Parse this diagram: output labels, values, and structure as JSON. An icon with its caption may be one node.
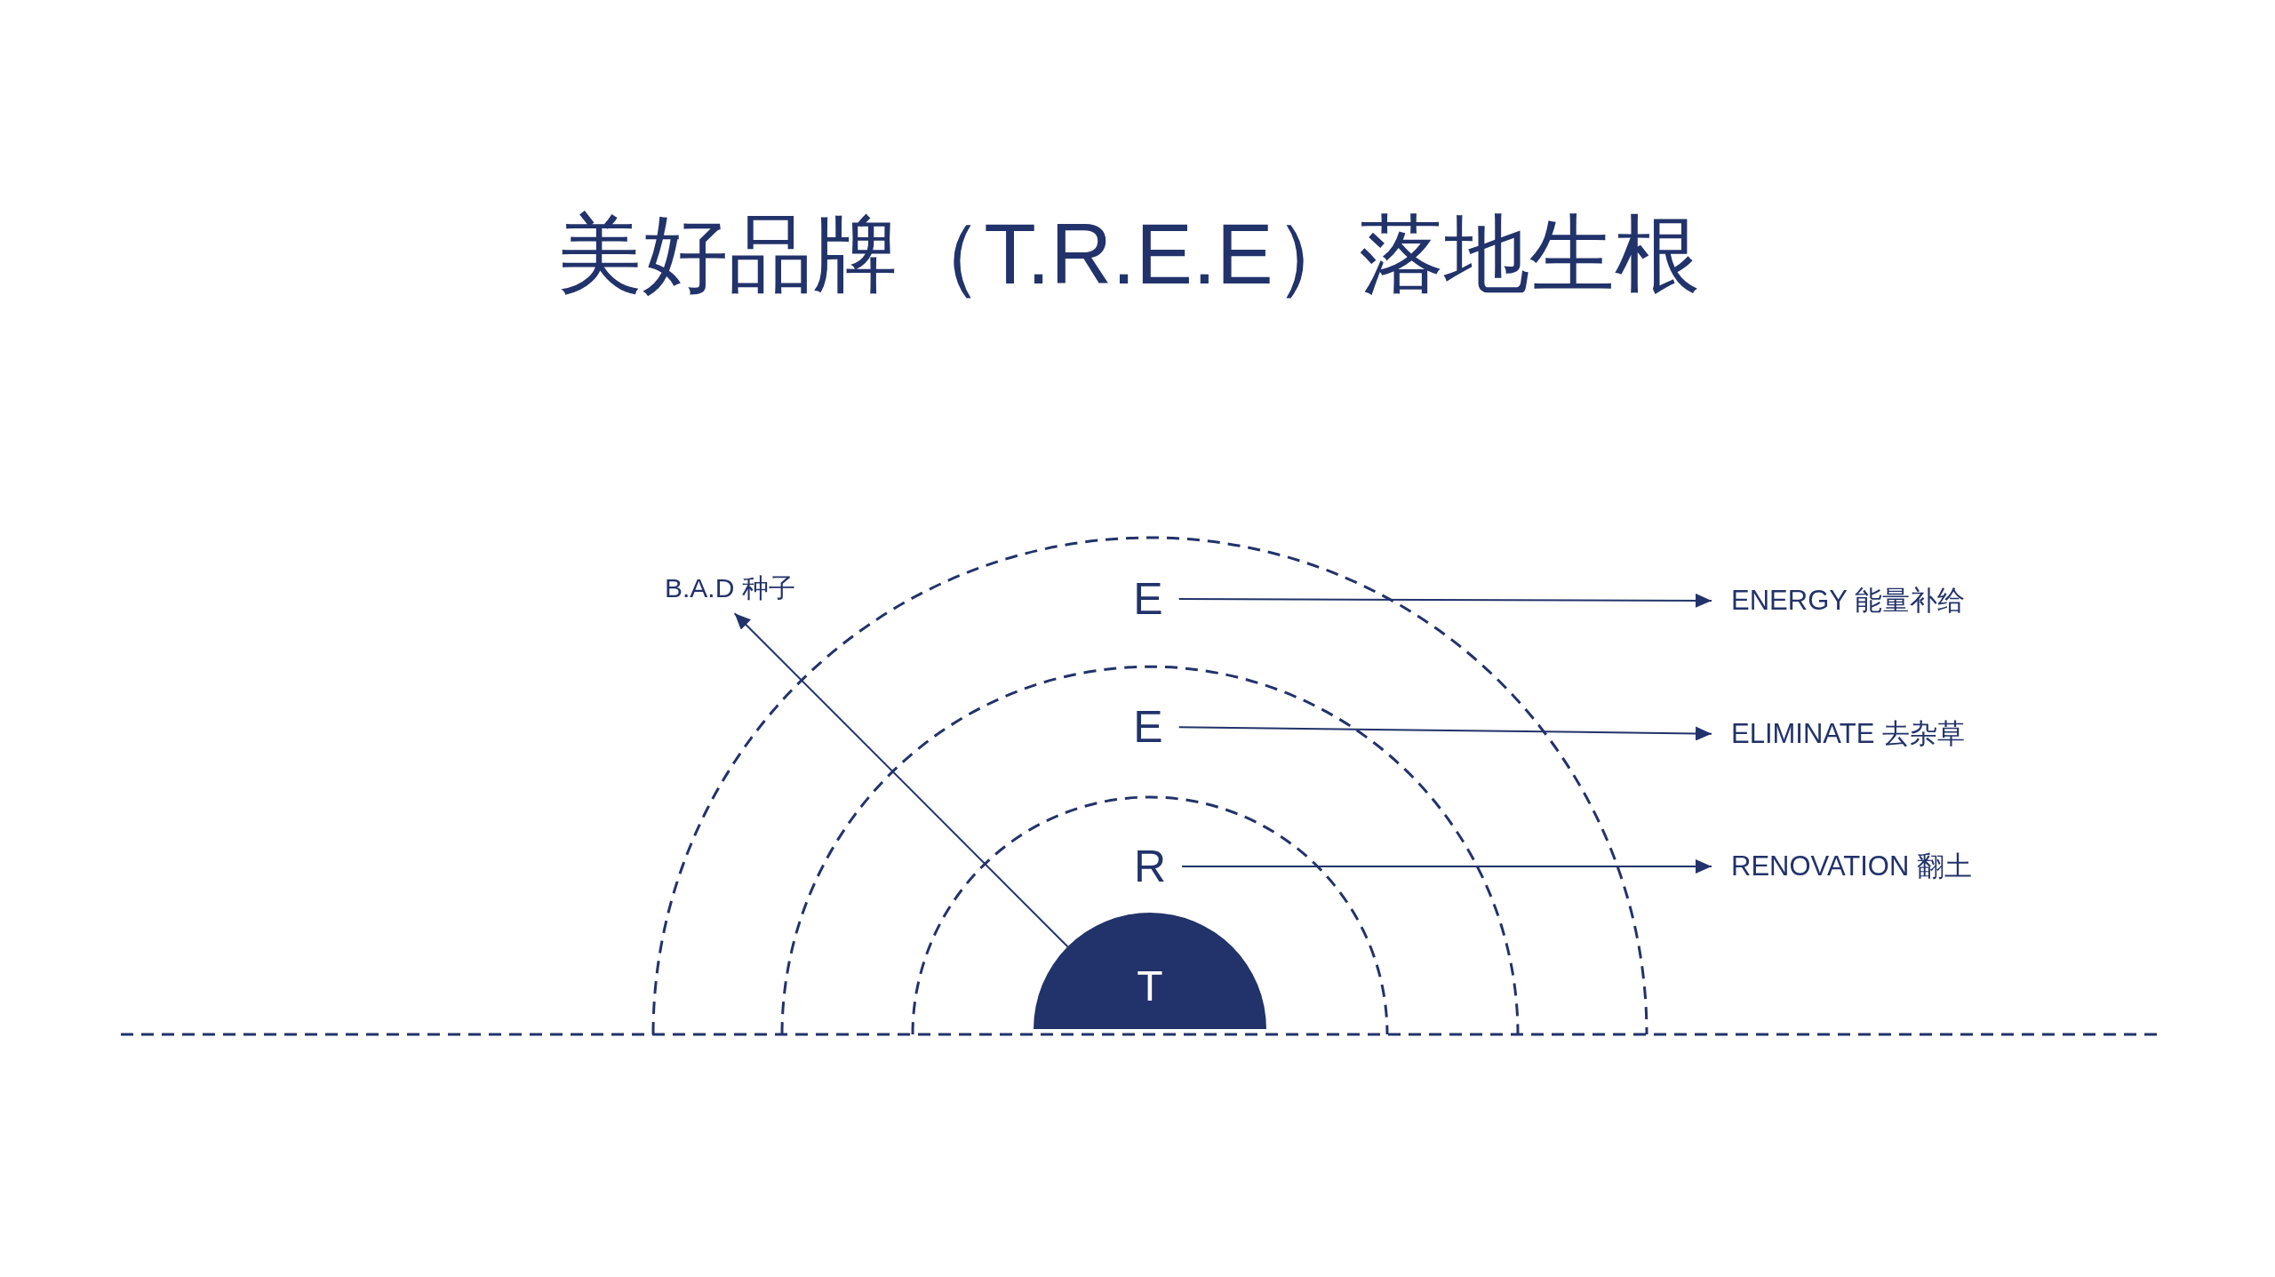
{
  "diagram": {
    "title": "美好品牌（T.R.E.E）落地生根",
    "nodes": [
      {
        "text": [
          "B.A.D 种子"
        ]
      },
      {
        "text": [
          "E"
        ]
      },
      {
        "text": [
          "ENERGY 能量补给"
        ]
      },
      {
        "text": [
          "E"
        ]
      },
      {
        "text": [
          "ELIMINATE 去杂草"
        ]
      },
      {
        "text": [
          "R"
        ]
      },
      {
        "text": [
          "RENOVATION 翻土"
        ]
      },
      {
        "text": [
          "T"
        ]
      }
    ],
    "edges": [
      {
        "from": 7,
        "to": 0,
        "arrow": "to"
      },
      {
        "from": 1,
        "to": 2,
        "arrow": "to"
      },
      {
        "from": 3,
        "to": 4,
        "arrow": "to"
      },
      {
        "from": 5,
        "to": 6,
        "arrow": "to"
      }
    ]
  }
}
